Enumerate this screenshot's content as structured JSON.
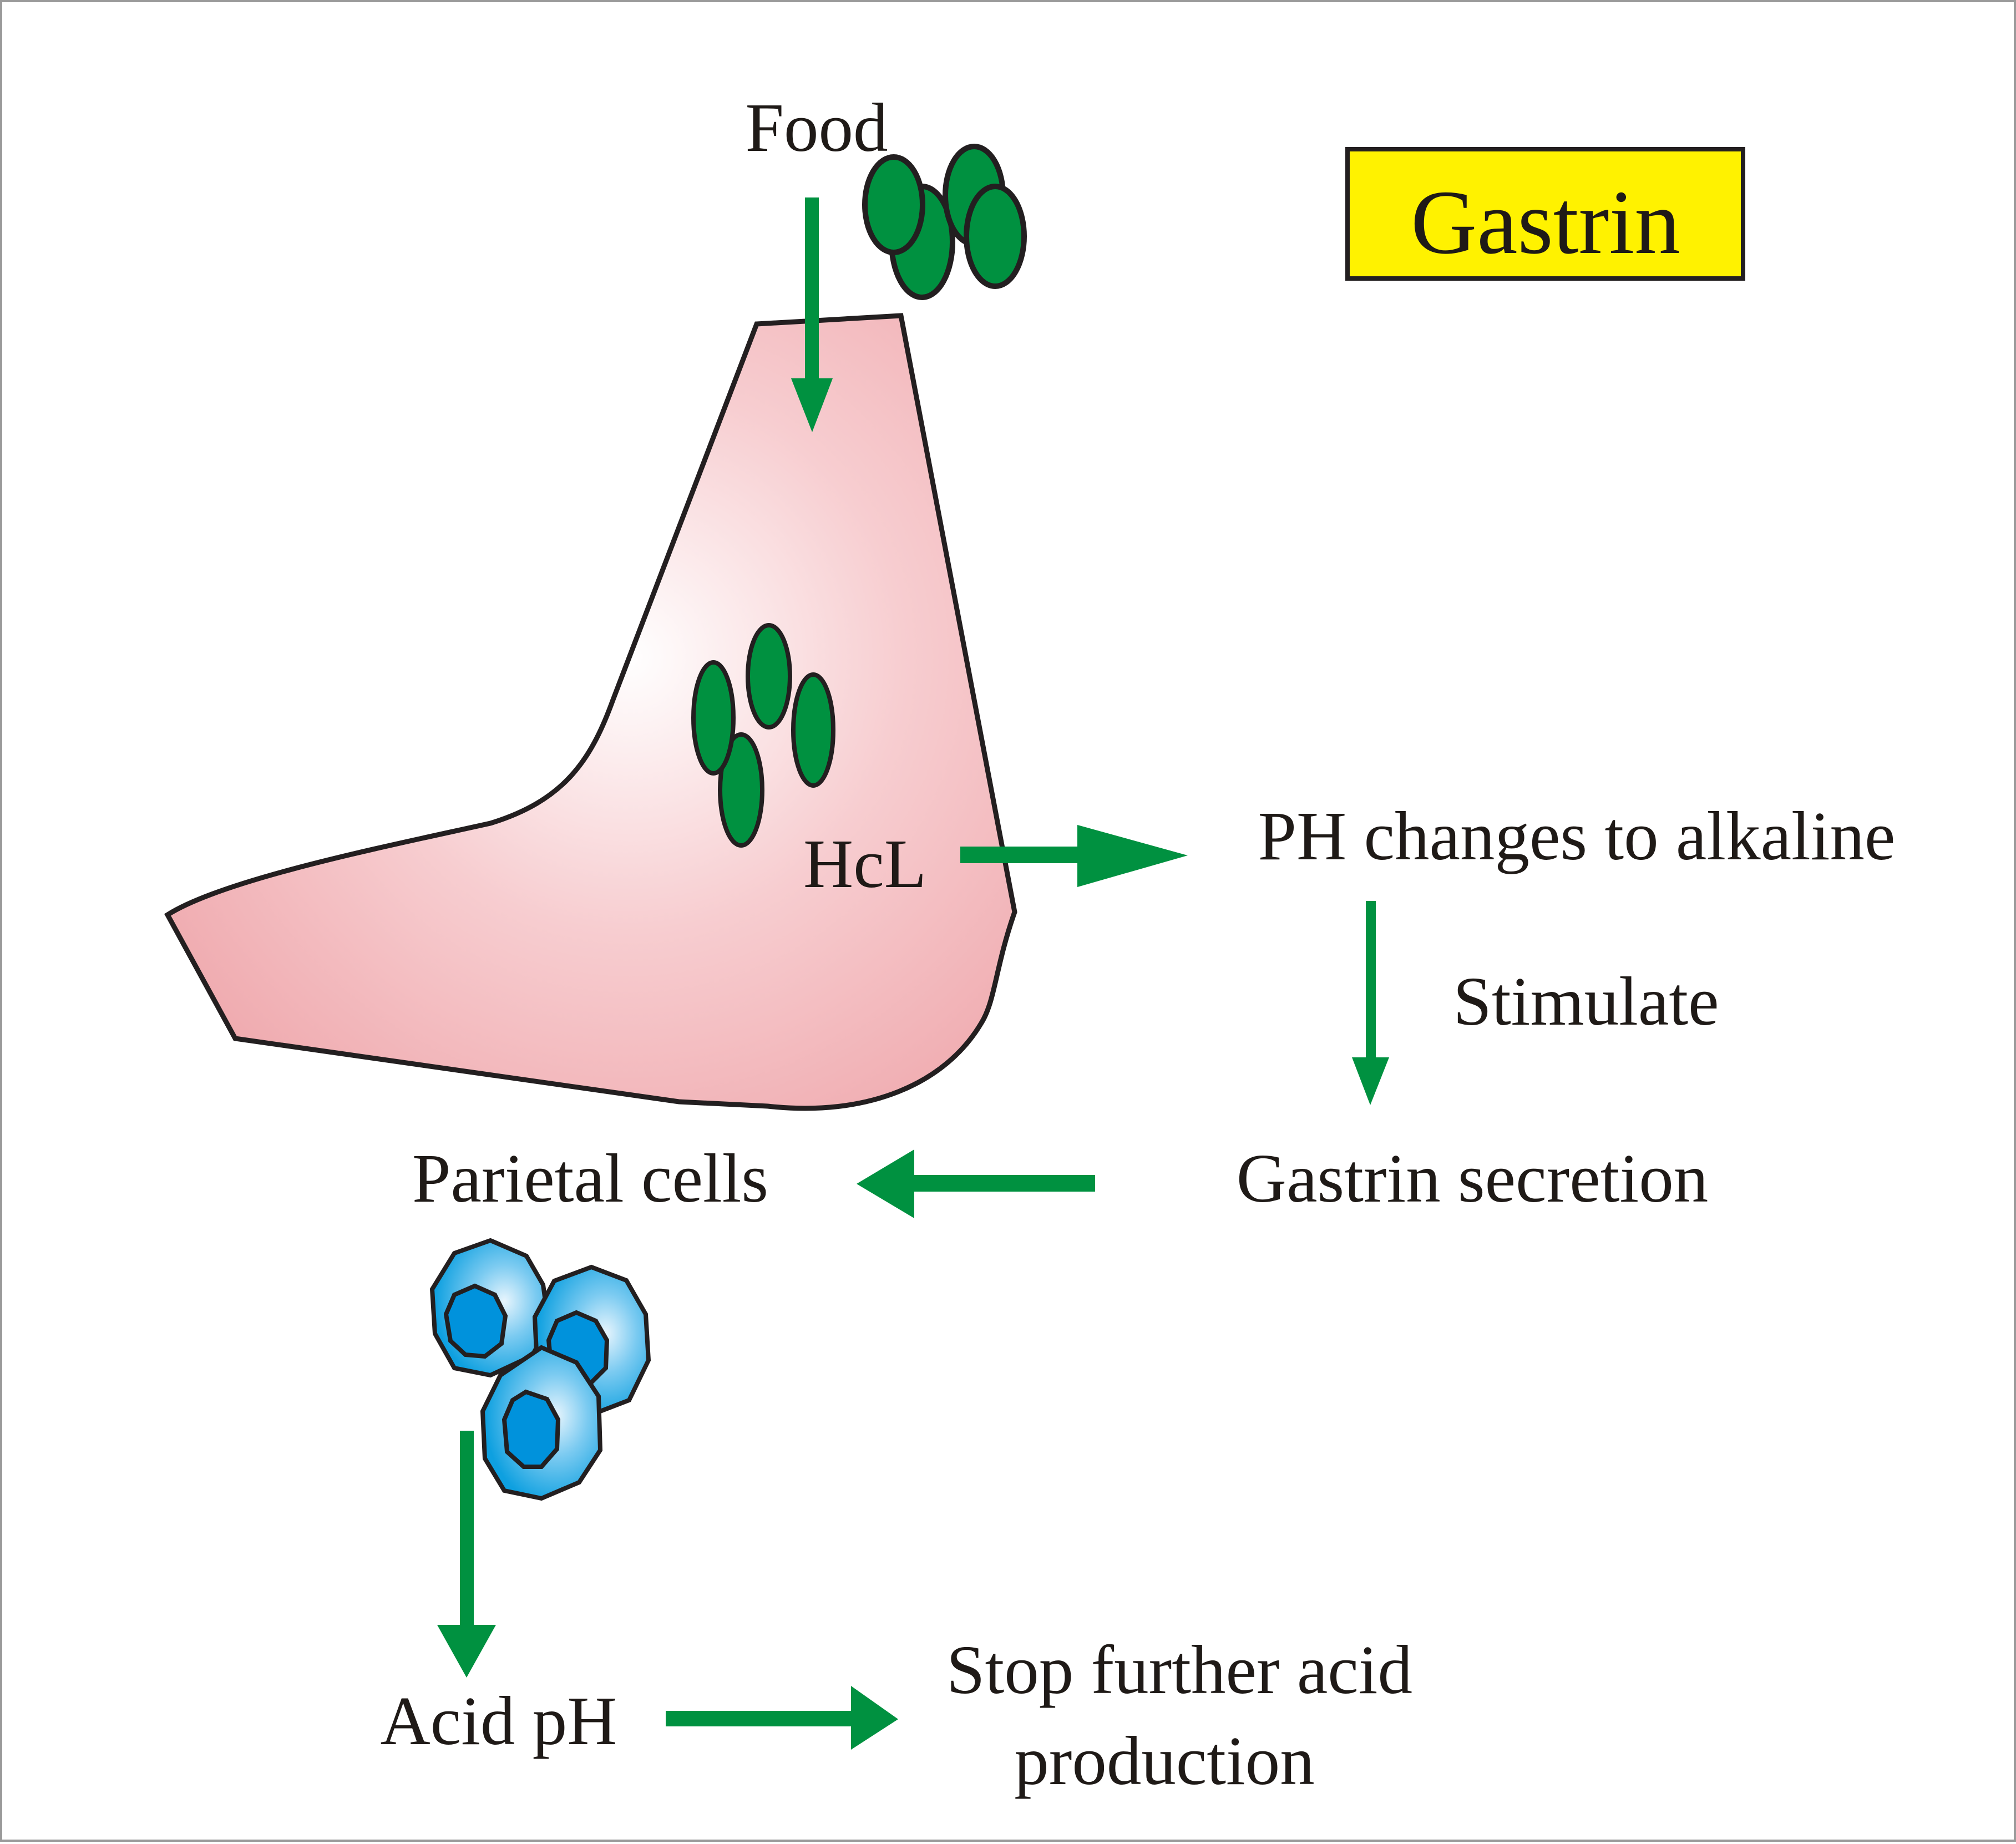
{
  "title": "Gastrin",
  "colors": {
    "title_box_fill": "#FFF200",
    "arrow_green": "#009140",
    "food_green": "#009140",
    "stomach_pink": "#F0A8AE",
    "cell_blue": "#0A9CDD",
    "nucleus_blue": "#0092DC",
    "outline": "#231F20"
  },
  "labels": {
    "food": "Food",
    "hcl": "HcL",
    "ph_change": "PH changes to alkaline",
    "stimulate": "Stimulate",
    "gastrin_secretion": "Gastrin secretion",
    "parietal_cells": "Parietal cells",
    "acid_ph": "Acid pH",
    "stop_line1": "Stop further acid",
    "stop_line2": "production"
  },
  "flow": [
    {
      "from": "Food",
      "to": "Stomach",
      "direction": "down"
    },
    {
      "from": "HcL",
      "to": "PH changes to alkaline",
      "direction": "right"
    },
    {
      "from": "PH changes to alkaline",
      "to": "Gastrin secretion",
      "direction": "down",
      "label": "Stimulate"
    },
    {
      "from": "Gastrin secretion",
      "to": "Parietal cells",
      "direction": "left"
    },
    {
      "from": "Parietal cells",
      "to": "Acid pH",
      "direction": "down"
    },
    {
      "from": "Acid pH",
      "to": "Stop further acid production",
      "direction": "right"
    }
  ]
}
